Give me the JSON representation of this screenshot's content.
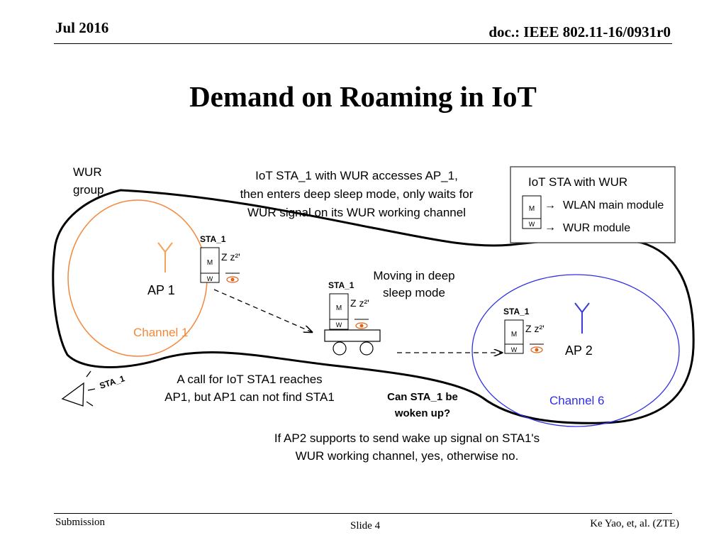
{
  "header": {
    "date": "Jul 2016",
    "doc_id": "doc.: IEEE 802.11-16/0931r0"
  },
  "slide_title": "Demand on Roaming in IoT",
  "footer": {
    "left": "Submission",
    "center": "Slide 4",
    "right": "Ke Yao, et, al. (ZTE)"
  },
  "diagram": {
    "wur_group": [
      "WUR",
      "group"
    ],
    "top_note": [
      "IoT STA_1 with WUR accesses AP_1,",
      "then enters deep sleep mode, only waits for",
      "WUR signal on its WUR working channel"
    ],
    "legend": {
      "title": "IoT STA with WUR",
      "m_box": "M",
      "w_box": "W",
      "m_text": "WLAN main module",
      "w_text": "WUR module"
    },
    "ap1": {
      "label": "AP 1",
      "channel": "Channel 1"
    },
    "ap2": {
      "label": "AP 2",
      "channel": "Channel 6"
    },
    "sta_label": "STA_1",
    "m_letter": "M",
    "w_letter": "W",
    "zzz": "Z z²'",
    "moving_note": [
      "Moving in deep",
      "sleep mode"
    ],
    "call_note": [
      "A call for IoT STA1 reaches",
      "AP1, but AP1 can not find STA1"
    ],
    "sta_callout": "STA_1",
    "question": [
      "Can STA_1 be",
      "woken up?"
    ],
    "answer": [
      "If AP2 supports to send wake up signal on STA1's",
      "WUR working channel, yes, otherwise no."
    ],
    "colors": {
      "channel1": "#f4873a",
      "channel6": "#2f2fe6",
      "eye": "#e0641c",
      "antenna": "#f4a25a",
      "antenna2": "#3a3ae0",
      "outline": "#000000"
    }
  }
}
